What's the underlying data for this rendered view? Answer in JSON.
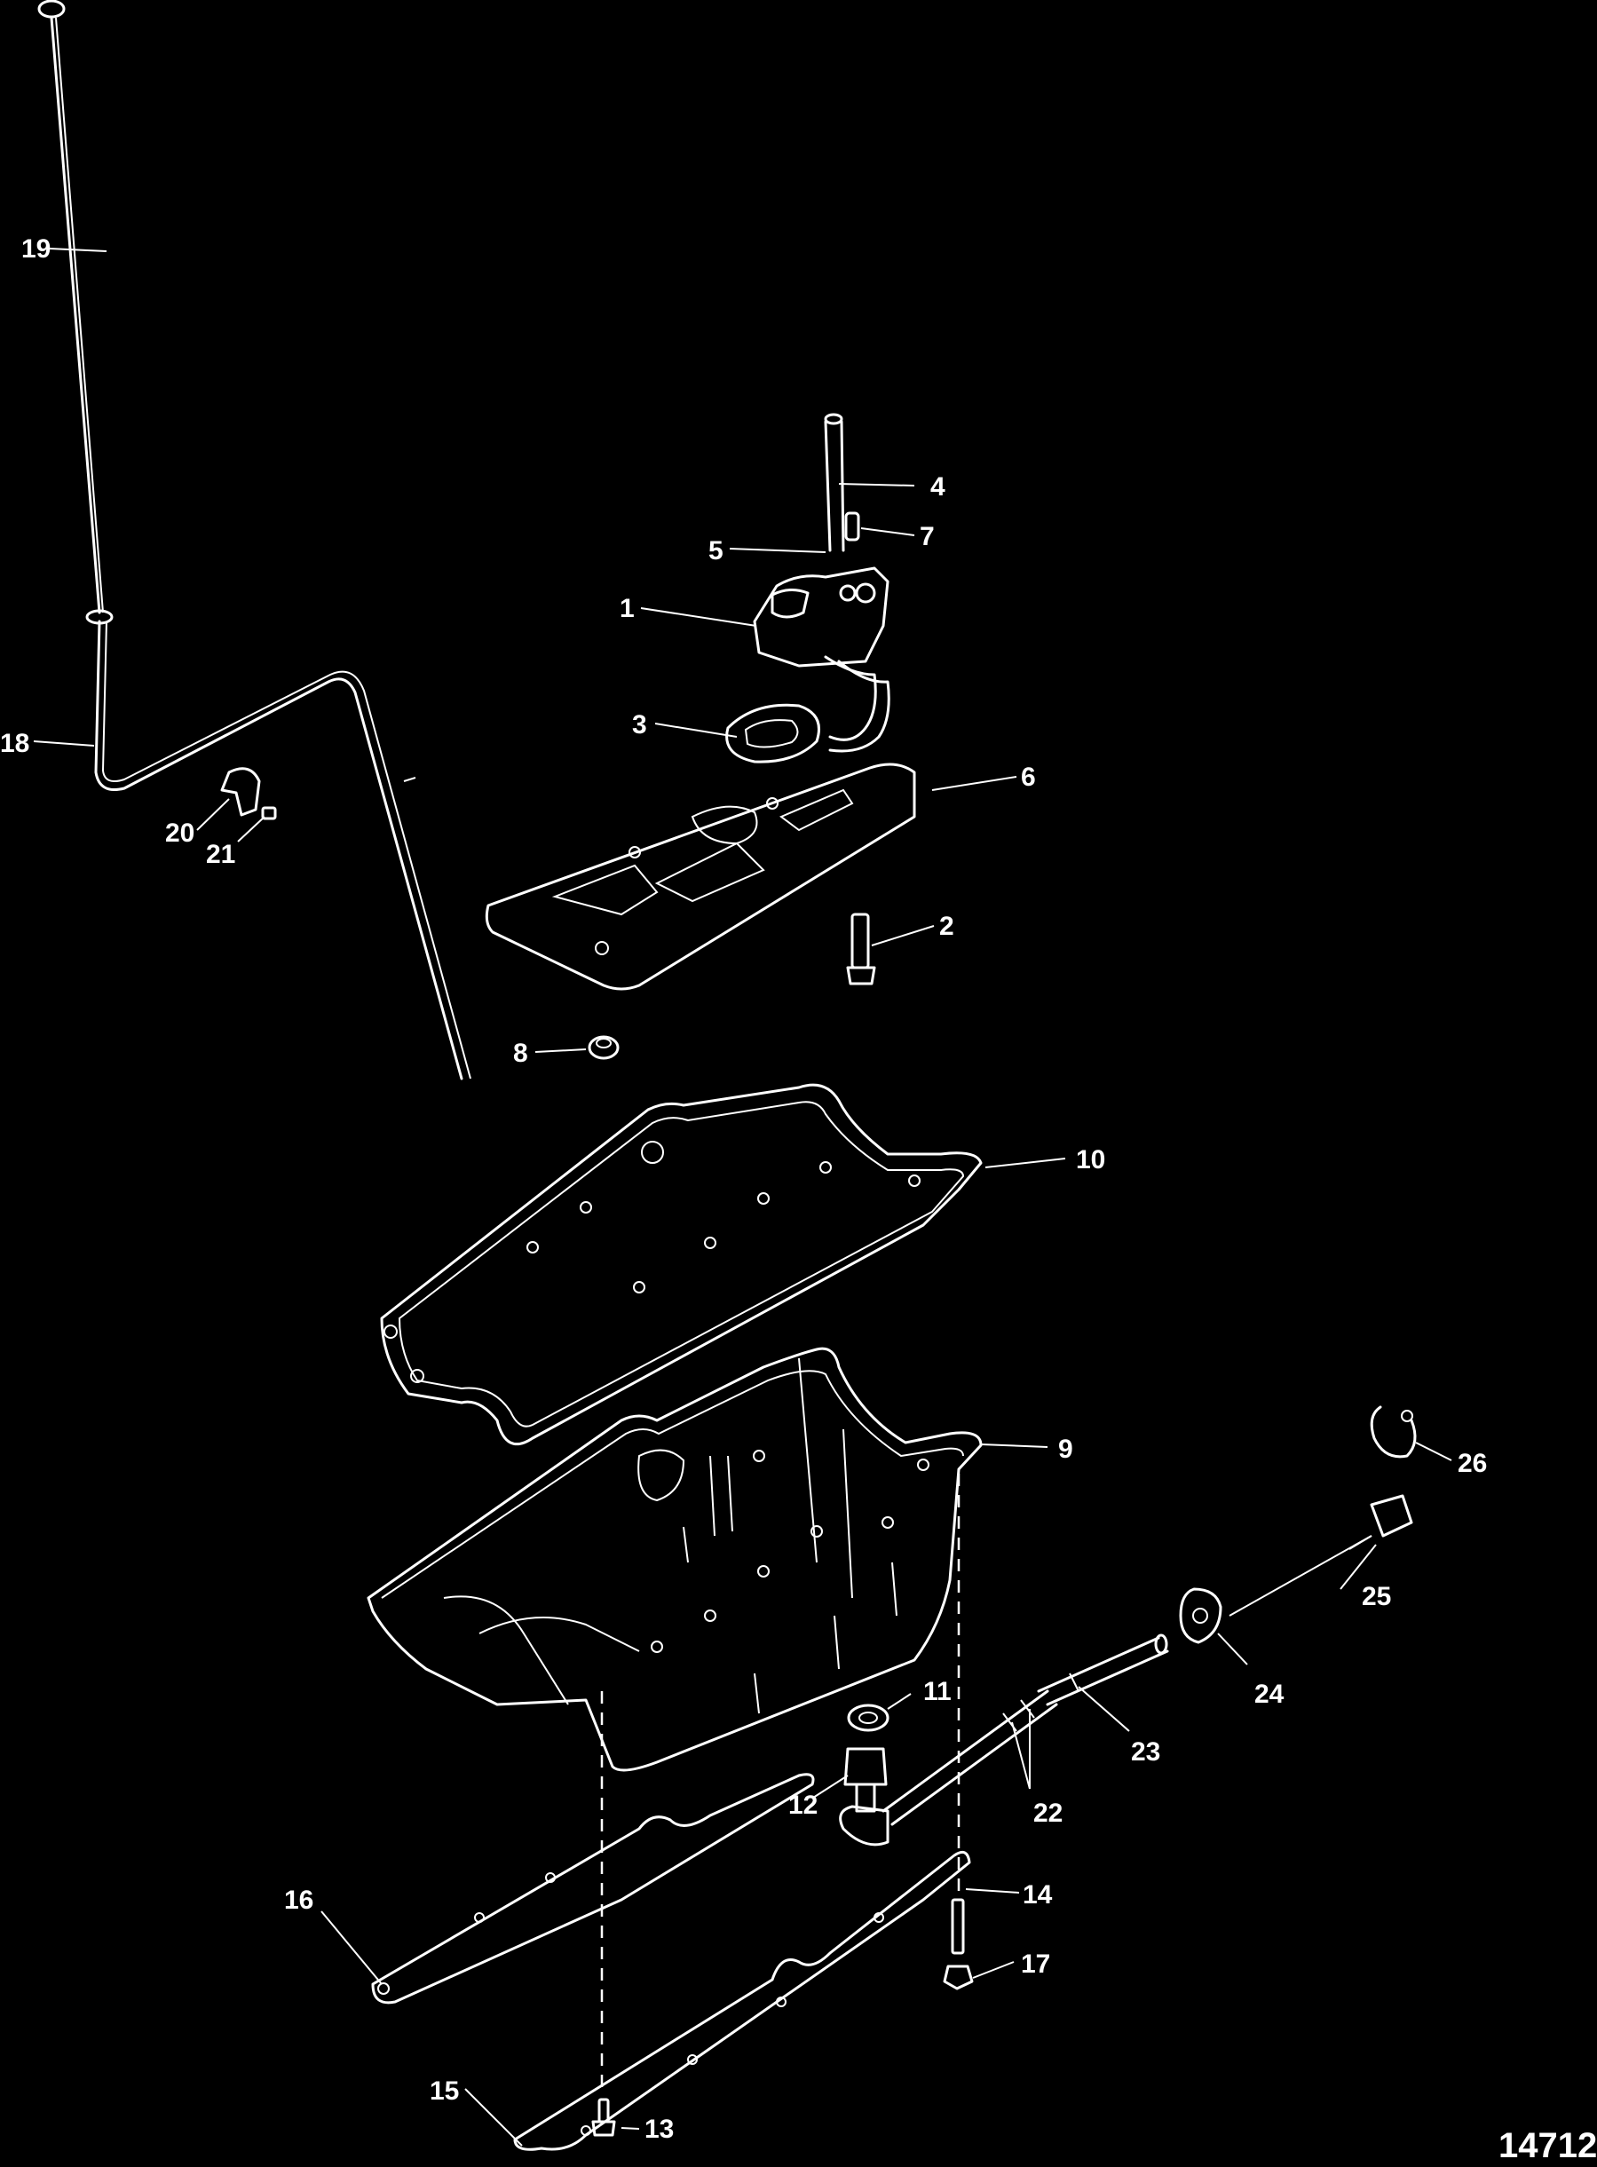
{
  "diagram": {
    "figure_number": "14712",
    "callouts": [
      {
        "id": "c1",
        "label": "1"
      },
      {
        "id": "c2",
        "label": "2"
      },
      {
        "id": "c3",
        "label": "3"
      },
      {
        "id": "c4",
        "label": "4"
      },
      {
        "id": "c5",
        "label": "5"
      },
      {
        "id": "c6",
        "label": "6"
      },
      {
        "id": "c7",
        "label": "7"
      },
      {
        "id": "c8",
        "label": "8"
      },
      {
        "id": "c9",
        "label": "9"
      },
      {
        "id": "c10",
        "label": "10"
      },
      {
        "id": "c11",
        "label": "11"
      },
      {
        "id": "c12",
        "label": "12"
      },
      {
        "id": "c13",
        "label": "13"
      },
      {
        "id": "c14",
        "label": "14"
      },
      {
        "id": "c15",
        "label": "15"
      },
      {
        "id": "c16",
        "label": "16"
      },
      {
        "id": "c17",
        "label": "17"
      },
      {
        "id": "c18",
        "label": "18"
      },
      {
        "id": "c19",
        "label": "19"
      },
      {
        "id": "c20",
        "label": "20"
      },
      {
        "id": "c21",
        "label": "21"
      },
      {
        "id": "c22",
        "label": "22"
      },
      {
        "id": "c23",
        "label": "23"
      },
      {
        "id": "c24",
        "label": "24"
      },
      {
        "id": "c25",
        "label": "25"
      },
      {
        "id": "c26",
        "label": "26"
      }
    ]
  }
}
